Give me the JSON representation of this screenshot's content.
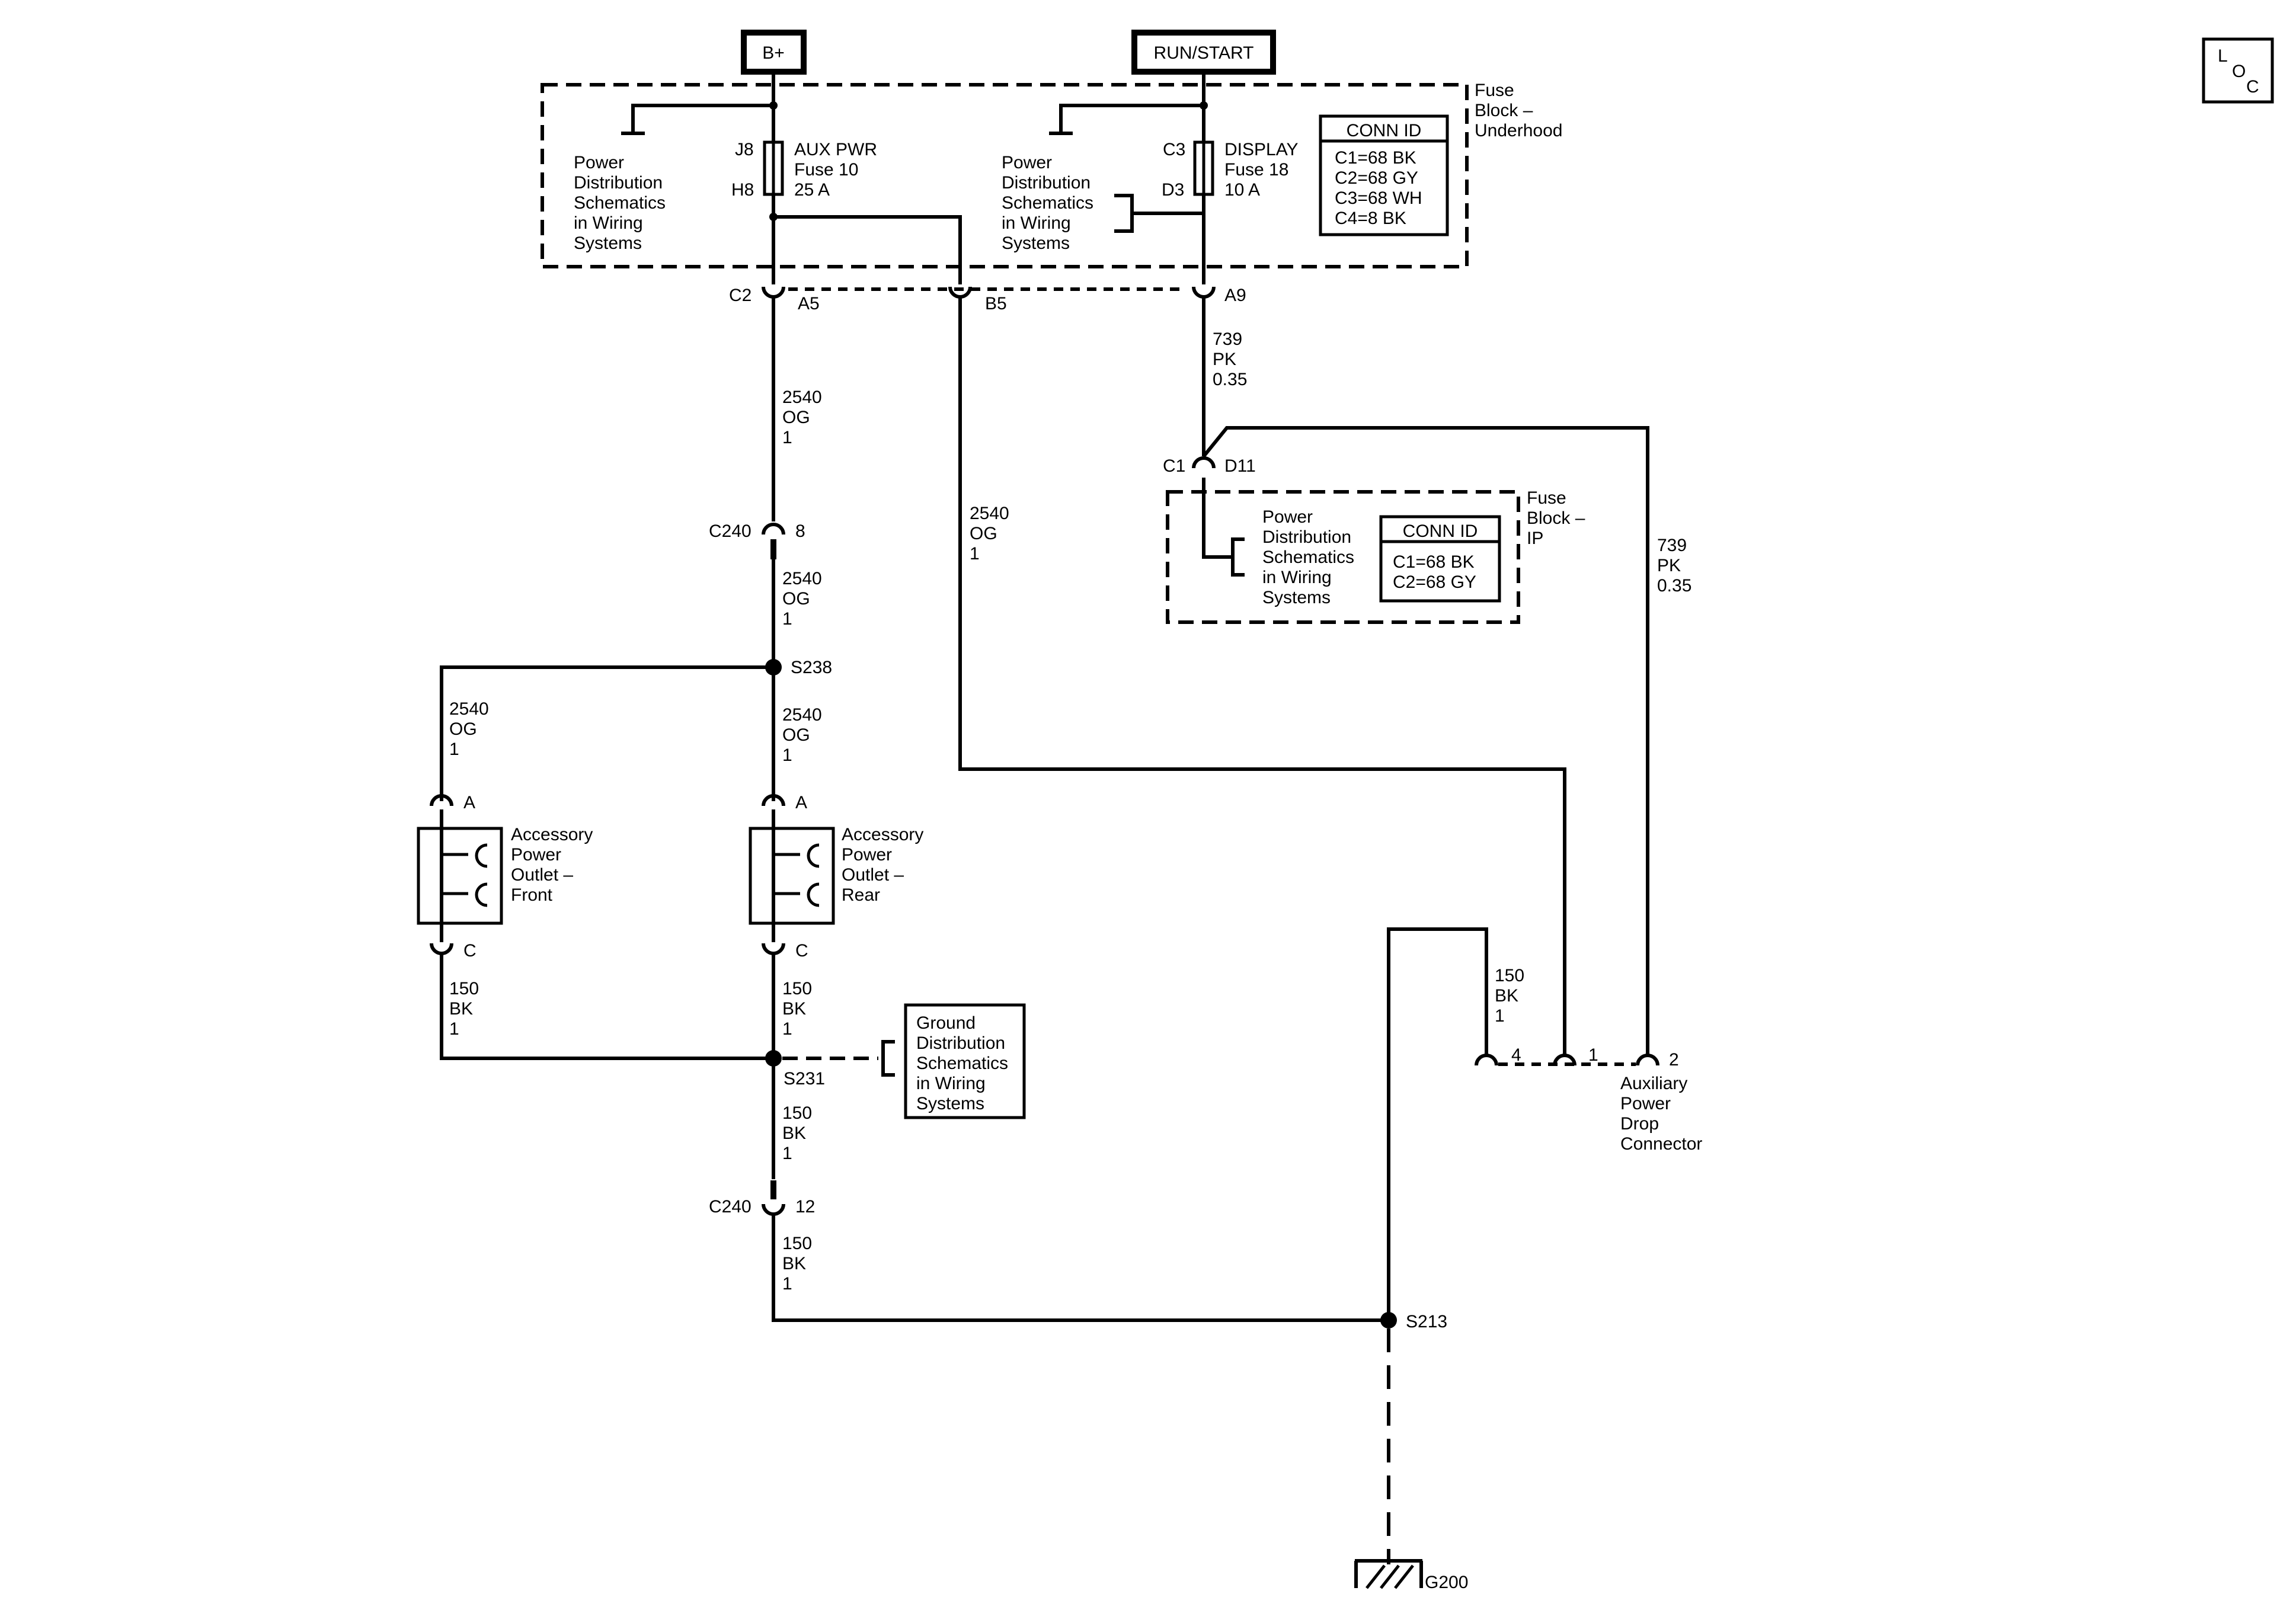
{
  "power_sources": {
    "b_plus": "B+",
    "run_start": "RUN/START"
  },
  "loc_badge": {
    "l": "L",
    "o": "O",
    "c": "C"
  },
  "fuse_block_underhood": {
    "title_lines": [
      "Fuse",
      "Block –",
      "Underhood"
    ],
    "power_dist_1": [
      "Power",
      "Distribution",
      "Schematics",
      "in Wiring",
      "Systems"
    ],
    "power_dist_2": [
      "Power",
      "Distribution",
      "Schematics",
      "in Wiring",
      "Systems"
    ],
    "aux_fuse": {
      "top_pin": "J8",
      "bottom_pin": "H8",
      "lines": [
        "AUX PWR",
        "Fuse 10",
        "25 A"
      ]
    },
    "display_fuse": {
      "top_pin": "C3",
      "bottom_pin": "D3",
      "lines": [
        "DISPLAY",
        "Fuse 18",
        "10 A"
      ]
    },
    "conn_id": {
      "header": "CONN ID",
      "rows": [
        "C1=68 BK",
        "C2=68 GY",
        "C3=68 WH",
        "C4=8 BK"
      ]
    },
    "terminals": {
      "c2": "C2",
      "a5": "A5",
      "b5": "B5",
      "a9": "A9"
    }
  },
  "fuse_block_ip": {
    "title_lines": [
      "Fuse",
      "Block –",
      "IP"
    ],
    "power_dist": [
      "Power",
      "Distribution",
      "Schematics",
      "in Wiring",
      "Systems"
    ],
    "conn_id": {
      "header": "CONN ID",
      "rows": [
        "C1=68 BK",
        "C2=68 GY"
      ]
    },
    "terminals": {
      "c1": "C1",
      "d11": "D11"
    }
  },
  "wires": {
    "w739_top": [
      "739",
      "PK",
      "0.35"
    ],
    "w739_right": [
      "739",
      "PK",
      "0.35"
    ],
    "w2540_a": [
      "2540",
      "OG",
      "1"
    ],
    "w2540_b": [
      "2540",
      "OG",
      "1"
    ],
    "w2540_c": [
      "2540",
      "OG",
      "1"
    ],
    "w2540_front": [
      "2540",
      "OG",
      "1"
    ],
    "w2540_rear": [
      "2540",
      "OG",
      "1"
    ],
    "w150_front": [
      "150",
      "BK",
      "1"
    ],
    "w150_rear": [
      "150",
      "BK",
      "1"
    ],
    "w150_s231": [
      "150",
      "BK",
      "1"
    ],
    "w150_c240": [
      "150",
      "BK",
      "1"
    ],
    "w150_drop": [
      "150",
      "BK",
      "1"
    ]
  },
  "connectors": {
    "c240_top": {
      "name": "C240",
      "pin": "8"
    },
    "c240_bottom": {
      "name": "C240",
      "pin": "12"
    }
  },
  "splices": {
    "s238": "S238",
    "s231": "S231",
    "s213": "S213"
  },
  "outlet_front": {
    "lines": [
      "Accessory",
      "Power",
      "Outlet –",
      "Front"
    ],
    "pin_a": "A",
    "pin_c": "C"
  },
  "outlet_rear": {
    "lines": [
      "Accessory",
      "Power",
      "Outlet –",
      "Rear"
    ],
    "pin_a": "A",
    "pin_c": "C"
  },
  "ground_dist": {
    "lines": [
      "Ground",
      "Distribution",
      "Schematics",
      "in Wiring",
      "Systems"
    ]
  },
  "aux_drop": {
    "pins": [
      "4",
      "1",
      "2"
    ],
    "lines": [
      "Auxiliary",
      "Power",
      "Drop",
      "Connector"
    ]
  },
  "ground": {
    "label": "G200"
  }
}
